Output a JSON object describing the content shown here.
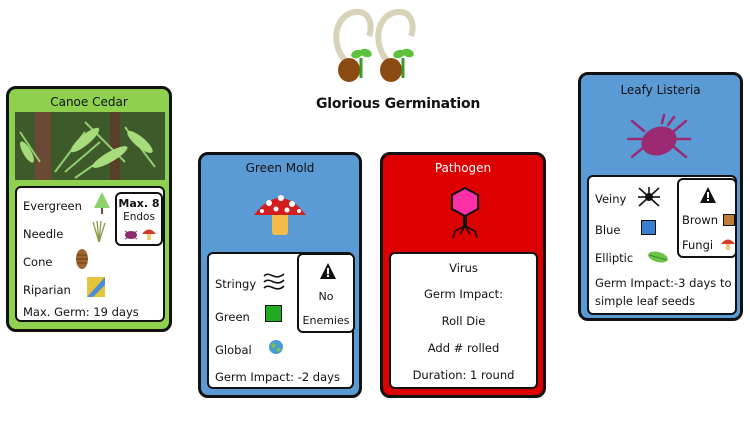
{
  "title": "Glorious Germination",
  "cards": {
    "canoe_cedar": {
      "title": "Canoe Cedar",
      "traits": [
        "Evergreen",
        "Needle",
        "Cone",
        "Riparian"
      ],
      "max_label": "Max. 8",
      "max_sub": "Endos",
      "max_germ": "Max. Germ: 19 days",
      "color": "#8fd14f"
    },
    "green_mold": {
      "title": "Green Mold",
      "traits": [
        "Stringy",
        "Green",
        "Global"
      ],
      "warning": "No Enemies",
      "germ_impact": "Germ Impact: -2 days",
      "color": "#5b9bd5"
    },
    "pathogen": {
      "title": "Pathogen",
      "lines": [
        "Virus",
        "Germ Impact:",
        "Roll Die",
        "Add # rolled",
        "Duration: 1 round"
      ],
      "color": "#dd0000"
    },
    "leafy_listeria": {
      "title": "Leafy Listeria",
      "traits": [
        "Veiny",
        "Blue",
        "Elliptic"
      ],
      "enemies": [
        "Brown",
        "Fungi"
      ],
      "germ_impact_line1": "Germ Impact:-3 days to",
      "germ_impact_line2": "simple leaf seeds",
      "color": "#5b9bd5"
    }
  }
}
